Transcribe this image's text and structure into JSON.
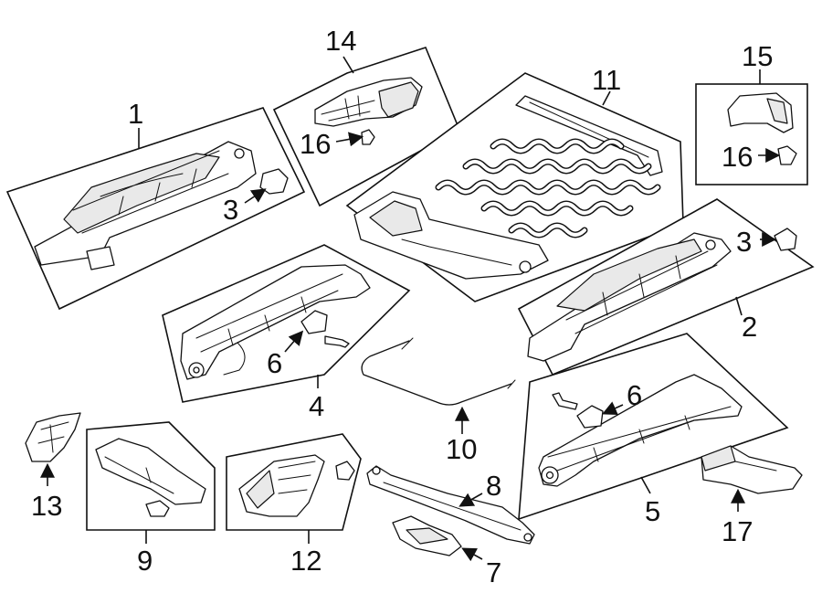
{
  "callouts": {
    "c1": "1",
    "c2": "2",
    "c3a": "3",
    "c3b": "3",
    "c4": "4",
    "c5": "5",
    "c6a": "6",
    "c6b": "6",
    "c7": "7",
    "c8": "8",
    "c9": "9",
    "c10": "10",
    "c11": "11",
    "c12": "12",
    "c13": "13",
    "c14": "14",
    "c15": "15",
    "c16a": "16",
    "c16b": "16",
    "c17": "17"
  }
}
